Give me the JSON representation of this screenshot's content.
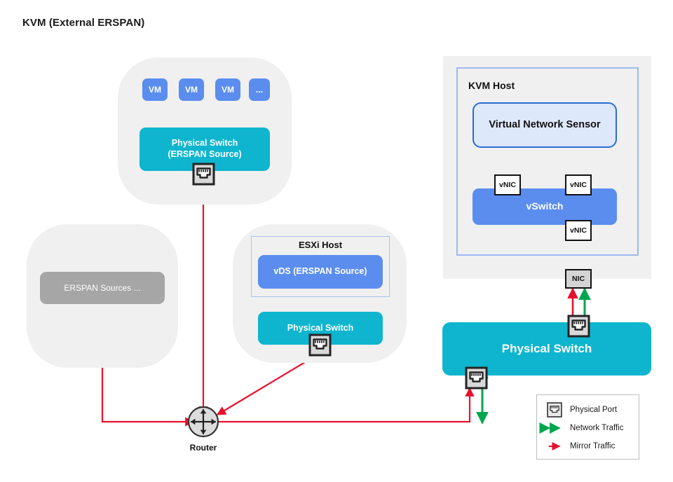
{
  "title": "KVM (External ERSPAN)",
  "colors": {
    "cyan": "#0fb5ce",
    "blue": "#5b8def",
    "sensor_fill": "#dde8fb",
    "sensor_border": "#2b6cd4",
    "grey_group": "#f0f0f0",
    "grey_node": "#a6a6a6",
    "mirror_traffic": "#e8112d",
    "network_traffic": "#00a64f",
    "host_border": "#9cb9ee"
  },
  "kvm_group": {
    "vms": [
      {
        "label": "VM"
      },
      {
        "label": "VM"
      },
      {
        "label": "VM"
      },
      {
        "label": "..."
      }
    ],
    "switch": {
      "line1": "Physical Switch",
      "line2": "(ERSPAN Source)"
    },
    "port_icon": "physical-port-icon"
  },
  "erspan_sources_group": {
    "label": "ERSPAN Sources ..."
  },
  "esxi_group": {
    "host_label": "ESXi Host",
    "vds_label": "vDS (ERSPAN Source)",
    "switch_label": "Physical Switch",
    "port_icon": "physical-port-icon"
  },
  "router": {
    "label": "Router",
    "icon": "router-icon"
  },
  "kvm_host": {
    "host_label": "KVM Host",
    "sensor_label": "Virtual Network Sensor",
    "vswitch_label": "vSwitch",
    "vnic_left_label": "vNIC",
    "vnic_right_label": "vNIC",
    "vnic_bottom_label": "vNIC",
    "nic_label": "NIC"
  },
  "bottom_switch": {
    "label": "Physical Switch",
    "top_port_icon": "physical-port-icon",
    "bottom_port_icon": "physical-port-icon"
  },
  "legend": {
    "items": [
      {
        "icon": "physical-port-icon",
        "label": "Physical Port",
        "type": "port"
      },
      {
        "icon": "double-arrow-icon",
        "label": "Network Traffic",
        "type": "network"
      },
      {
        "icon": "single-arrow-icon",
        "label": "Mirror Traffic",
        "type": "mirror"
      }
    ]
  }
}
